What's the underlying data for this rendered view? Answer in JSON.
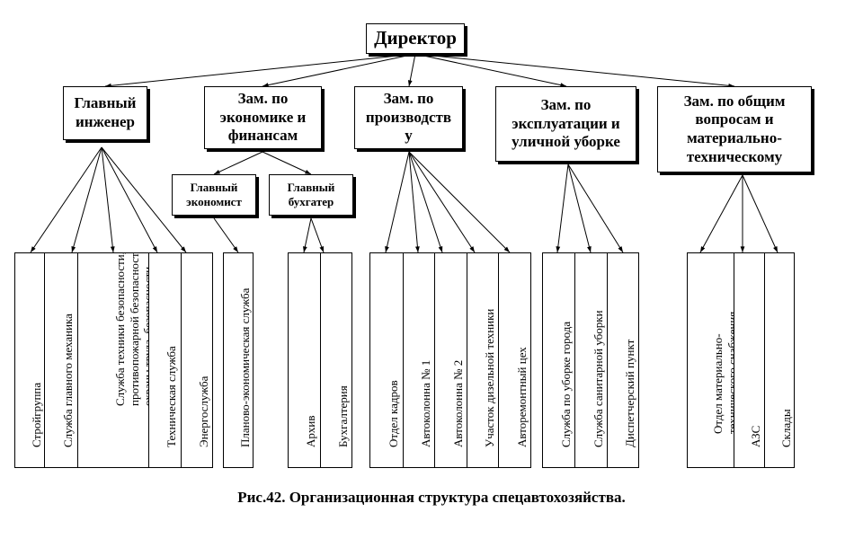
{
  "director": "Директор",
  "deputies": [
    {
      "label": "Главный\nинженер"
    },
    {
      "label": "Зам. по\nэкономике и\nфинансам"
    },
    {
      "label": "Зам. по\nпроизводств\nу"
    },
    {
      "label": "Зам. по\nэксплуатации и\nуличной уборке"
    },
    {
      "label": "Зам. по общим\nвопросам и\nматериально-\nтехническому"
    }
  ],
  "sub_heads": [
    {
      "label": "Главный\nэкономист"
    },
    {
      "label": "Главный\nбухгатер"
    }
  ],
  "groups": [
    {
      "units": [
        "Стройгруппа",
        "Служба главного механика",
        "Служба техники безопасности,\nпротивопожарной безопасности,\nохраны труда, безопасности\nдорожного движения",
        "Техническая служба",
        "Энергослужба"
      ]
    },
    {
      "units": [
        "Планово-экономическая служба"
      ]
    },
    {
      "units": [
        "Архив",
        "Бухгалтерия"
      ]
    },
    {
      "units": [
        "Отдел кадров",
        "Автоколонна № 1",
        "Автоколонна № 2",
        "Участок дизельной техники",
        "Авторемонтный цех"
      ]
    },
    {
      "units": [
        "Служба по уборке города",
        "Служба санитарной уборки",
        "Диспетчерский пункт"
      ]
    },
    {
      "units": [
        "Отдел материально-\nтехнического снабжения",
        "АЗС",
        "Склады"
      ]
    }
  ],
  "caption": "Рис.42. Организационная  структура  спецавтохозяйства."
}
